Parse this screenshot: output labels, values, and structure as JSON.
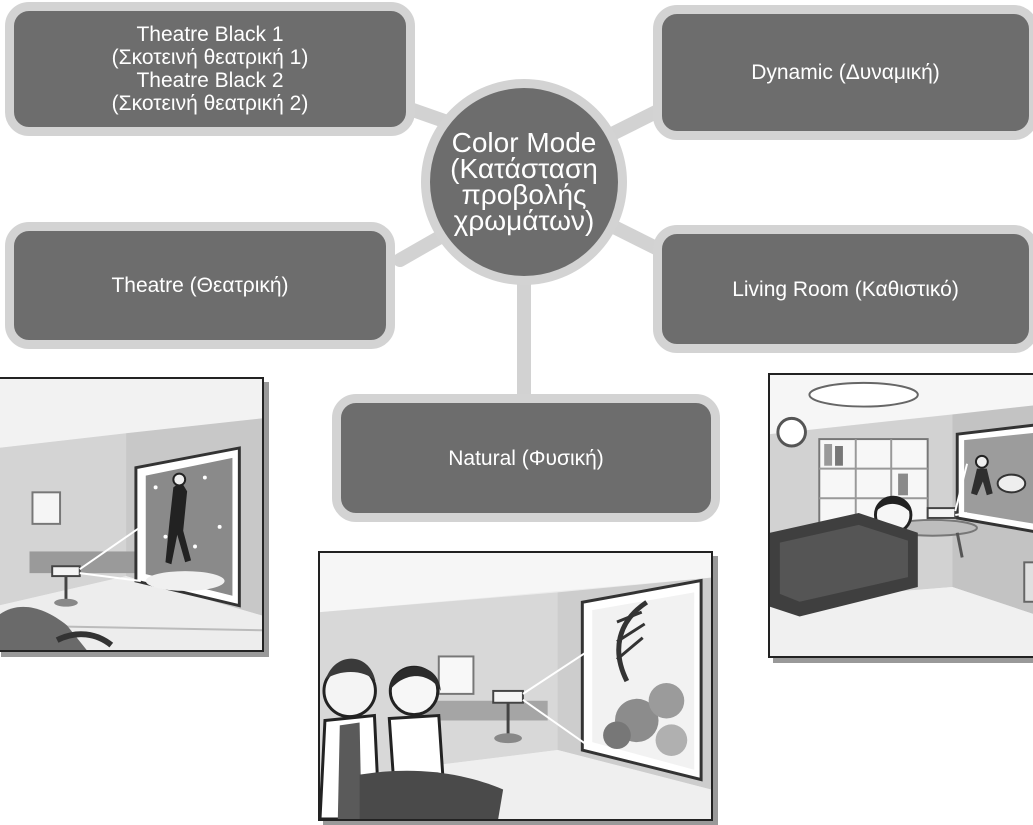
{
  "center": {
    "line1": "Color Mode",
    "line2": "(Κατάσταση",
    "line3": "προβολής",
    "line4": "χρωμάτων)"
  },
  "modes": {
    "theatre_black": {
      "line1": "Theatre Black 1",
      "line2": "(Σκοτεινή θεατρική 1)",
      "line3": "Theatre Black 2",
      "line4": "(Σκοτεινή θεατρική 2)"
    },
    "dynamic": {
      "label": "Dynamic (Δυναμική)"
    },
    "theatre": {
      "label": "Theatre (Θεατρική)"
    },
    "living_room": {
      "label": "Living Room (Καθιστικό)"
    },
    "natural": {
      "label": "Natural (Φυσική)"
    }
  },
  "colors": {
    "box_fill": "#6d6d6d",
    "box_border": "#d3d3d3",
    "connector": "#d2d2d2",
    "text": "#ffffff"
  }
}
